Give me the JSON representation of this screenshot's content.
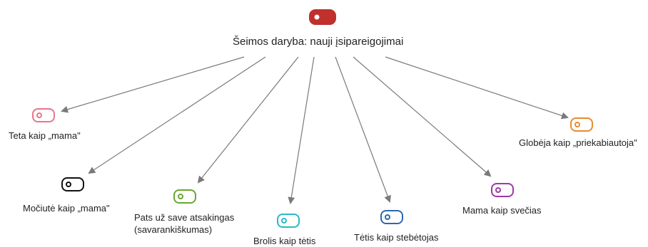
{
  "root": {
    "label": "Šeimos daryba: nauji įsipareigojimai",
    "color": "#c0302c",
    "filled": true
  },
  "nodes": [
    {
      "id": "teta",
      "label_lines": [
        "Teta kaip „mama\""
      ],
      "color": "#e8748f"
    },
    {
      "id": "mociute",
      "label_lines": [
        "Močiutė kaip „mama\""
      ],
      "color": "#111111"
    },
    {
      "id": "pats",
      "label_lines": [
        "Pats už save atsakingas",
        "(savarankiškumas)"
      ],
      "color": "#6aa532"
    },
    {
      "id": "brolis",
      "label_lines": [
        "Brolis kaip tėtis"
      ],
      "color": "#2ab9c8"
    },
    {
      "id": "tetis",
      "label_lines": [
        "Tėtis kaip stebėtojas"
      ],
      "color": "#2d67b0"
    },
    {
      "id": "mama",
      "label_lines": [
        "Mama kaip svečias"
      ],
      "color": "#9b3aa6"
    },
    {
      "id": "globeja",
      "label_lines": [
        "Globėja kaip „priekabiautoja\""
      ],
      "color": "#e88a2e"
    }
  ],
  "edge_color": "#7a7a7a"
}
